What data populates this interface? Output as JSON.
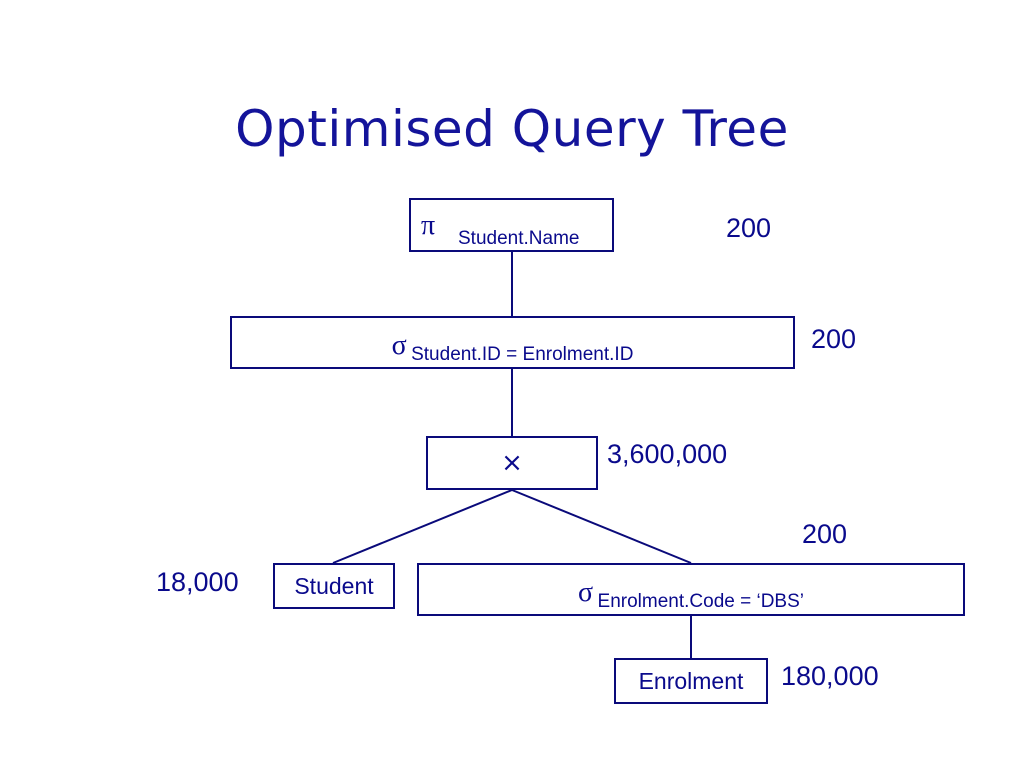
{
  "title": "Optimised Query Tree",
  "nodes": {
    "project": {
      "symbol": "π",
      "label": "Student.Name",
      "count": "200"
    },
    "select_join": {
      "symbol": "σ",
      "label": "Student.ID = Enrolment.ID",
      "count": "200"
    },
    "product": {
      "symbol": "×",
      "count": "3,600,000"
    },
    "student": {
      "label": "Student",
      "count": "18,000"
    },
    "select_code": {
      "symbol": "σ",
      "label": "Enrolment.Code = ‘DBS’",
      "count": "200"
    },
    "enrolment": {
      "label": "Enrolment",
      "count": "180,000"
    }
  },
  "colors": {
    "text": "#0a0a8c",
    "line": "#0a0a7a",
    "title": "#14149a"
  }
}
